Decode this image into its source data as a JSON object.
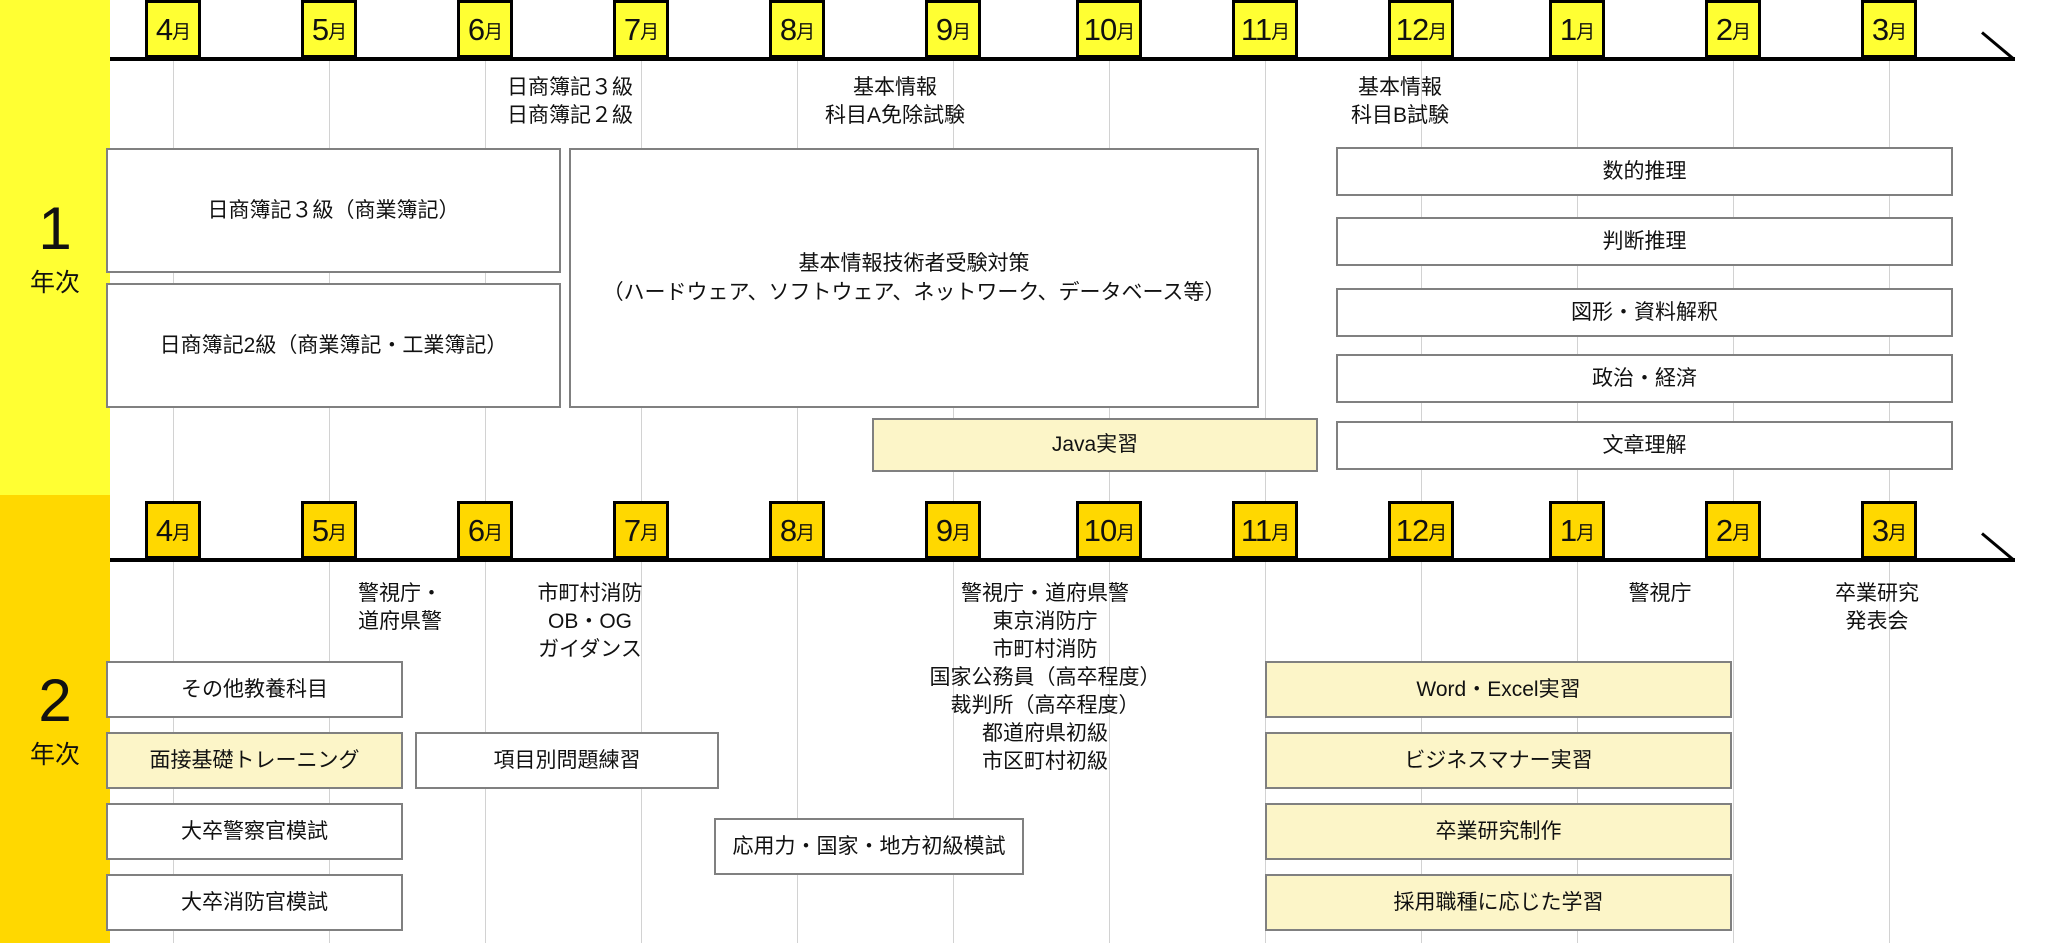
{
  "sidebar": {
    "years": [
      {
        "num": "1",
        "suffix": "年次"
      },
      {
        "num": "2",
        "suffix": "年次"
      }
    ]
  },
  "timeline": {
    "months": [
      "4",
      "5",
      "6",
      "7",
      "8",
      "9",
      "10",
      "11",
      "12",
      "1",
      "2",
      "3"
    ],
    "month_suffix": "月"
  },
  "year1": {
    "notes": [
      {
        "text": "日商簿記３級\n日商簿記２級"
      },
      {
        "text": "基本情報\n科目A免除試験"
      },
      {
        "text": "基本情報\n科目B試験"
      }
    ],
    "bars": [
      {
        "label": "日商簿記３級（商業簿記）",
        "style": "white"
      },
      {
        "label": "日商簿記2級（商業簿記・工業簿記）",
        "style": "white"
      },
      {
        "label": "基本情報技術者受験対策\n（ハードウェア、ソフトウェア、ネットワーク、データベース等）",
        "style": "white"
      },
      {
        "label": "数的推理",
        "style": "white"
      },
      {
        "label": "判断推理",
        "style": "white"
      },
      {
        "label": "図形・資料解釈",
        "style": "white"
      },
      {
        "label": "政治・経済",
        "style": "white"
      },
      {
        "label": "文章理解",
        "style": "white"
      },
      {
        "label": "Java実習",
        "style": "cream"
      }
    ]
  },
  "year2": {
    "notes": [
      {
        "text": "警視庁・\n道府県警"
      },
      {
        "text": "市町村消防\nOB・OG\nガイダンス"
      },
      {
        "text": "警視庁・道府県警\n東京消防庁\n市町村消防\n国家公務員（高卒程度）\n裁判所（高卒程度）\n都道府県初級\n市区町村初級"
      },
      {
        "text": "警視庁"
      },
      {
        "text": "卒業研究\n発表会"
      }
    ],
    "bars": [
      {
        "label": "その他教養科目",
        "style": "white"
      },
      {
        "label": "面接基礎トレーニング",
        "style": "cream"
      },
      {
        "label": "大卒警察官模試",
        "style": "white"
      },
      {
        "label": "大卒消防官模試",
        "style": "white"
      },
      {
        "label": "項目別問題練習",
        "style": "white"
      },
      {
        "label": "応用力・国家・地方初級模試",
        "style": "white"
      },
      {
        "label": "Word・Excel実習",
        "style": "cream"
      },
      {
        "label": "ビジネスマナー実習",
        "style": "cream"
      },
      {
        "label": "卒業研究制作",
        "style": "cream"
      },
      {
        "label": "採用職種に応じた学習",
        "style": "cream"
      }
    ]
  },
  "colors": {
    "year1_yellow": "#ffff33",
    "year2_gold": "#ffd800",
    "cream": "#fcf5c8",
    "box_border": "#808080",
    "gridline": "#d2d2d2"
  }
}
